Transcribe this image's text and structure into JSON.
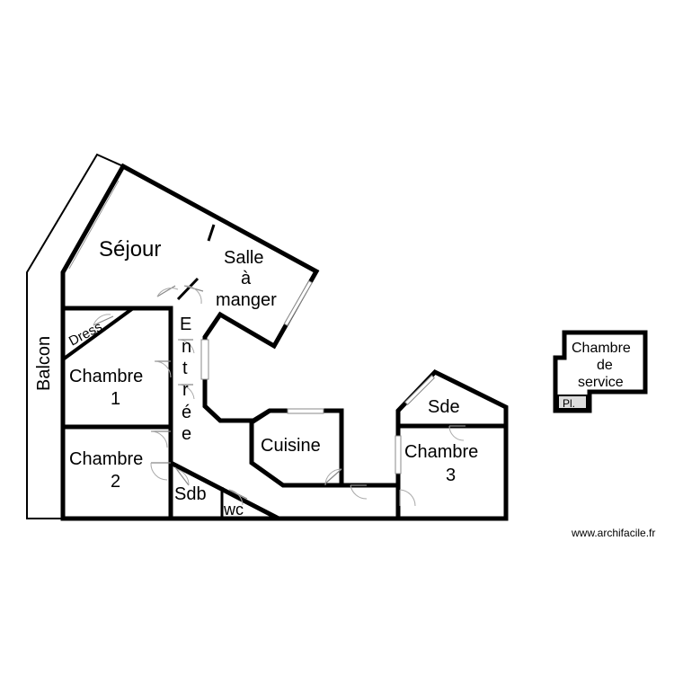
{
  "rooms": {
    "sejour": "Séjour",
    "salle_line1": "Salle",
    "salle_line2": "à",
    "salle_line3": "manger",
    "balcon": "Balcon",
    "dress": "Dress",
    "chambre1_line1": "Chambre",
    "chambre1_line2": "1",
    "chambre2_line1": "Chambre",
    "chambre2_line2": "2",
    "entree_1": "E",
    "entree_2": "n",
    "entree_3": "t",
    "entree_4": "r",
    "entree_5": "é",
    "entree_6": "e",
    "sdb": "Sdb",
    "wc": "wc",
    "cuisine": "Cuisine",
    "sde": "Sde",
    "chambre3_line1": "Chambre",
    "chambre3_line2": "3",
    "service_line1": "Chambre",
    "service_line2": "de",
    "service_line3": "service",
    "placard": "Pl."
  },
  "watermark": "www.archifacile.fr"
}
